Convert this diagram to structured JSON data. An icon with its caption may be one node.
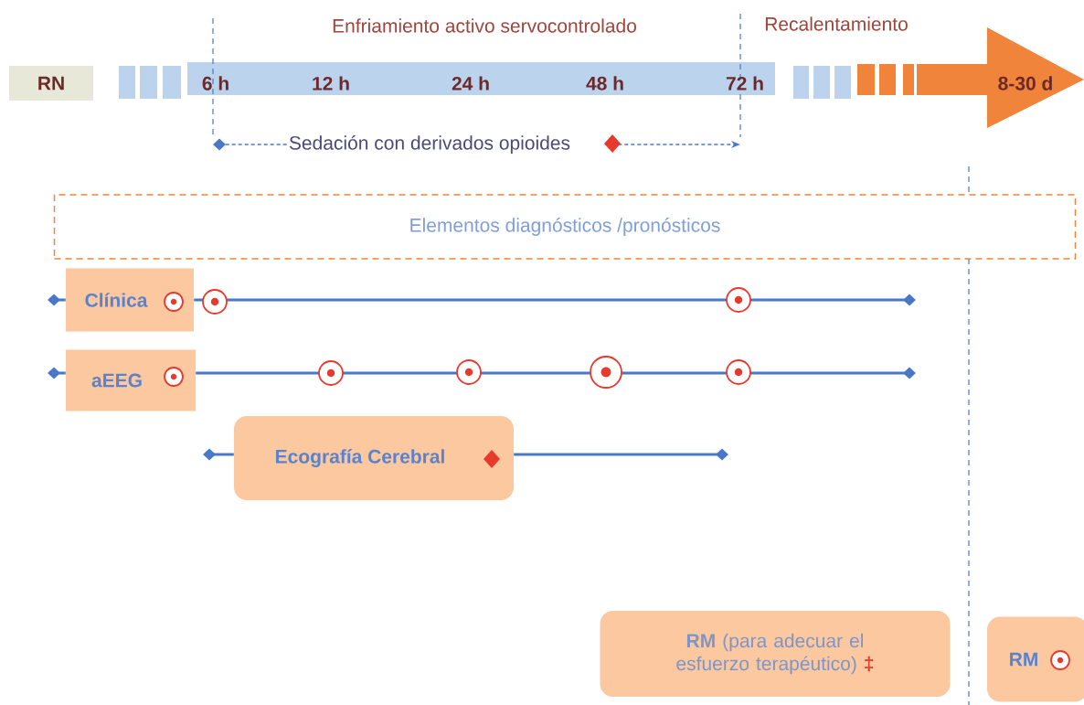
{
  "diagram": {
    "nodes": [
      {
        "text": [
          "RN"
        ]
      },
      {
        "text": [
          "Sedación con derivados opioides"
        ]
      },
      {
        "text": [
          "Elementos diagnósticos /pronósticos"
        ]
      },
      {
        "text": [
          "Clínica"
        ]
      },
      {
        "text": [
          "aEEG"
        ]
      },
      {
        "text": [
          "Ecografía Cerebral"
        ]
      },
      {
        "text": [
          "**RM** (para adecuar el esfuerzo terapéutico)",
          "‡"
        ]
      },
      {
        "text": [
          "RM"
        ]
      }
    ],
    "edges": [
      {
        "from": 1,
        "to": null,
        "arrow": "other",
        "style": "dashed"
      },
      {
        "from": 1,
        "to": null,
        "arrow": "to",
        "style": "dashed"
      },
      {
        "from": 3,
        "to": null,
        "arrow": "other"
      },
      {
        "from": 3,
        "to": null,
        "arrow": "other"
      },
      {
        "from": 4,
        "to": null,
        "arrow": "other"
      },
      {
        "from": 4,
        "to": null,
        "arrow": "other"
      },
      {
        "from": 5,
        "to": null,
        "arrow": "other"
      },
      {
        "from": 5,
        "to": null,
        "arrow": "other"
      }
    ],
    "labels": [
      "Enfriamiento activo servocontrolado",
      "Recalentamiento",
      "6 h",
      "12 h",
      "24 h",
      "48 h",
      "72 h",
      "8-30 d"
    ]
  }
}
